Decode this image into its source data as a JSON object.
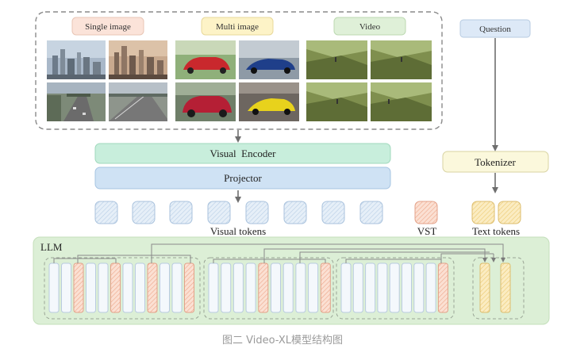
{
  "inputs": {
    "single_image": "Single image",
    "multi_image": "Multi image",
    "video": "Video",
    "question": "Question"
  },
  "modules": {
    "visual_encoder": "Visual  Encoder",
    "projector": "Projector",
    "tokenizer": "Tokenizer"
  },
  "tokens": {
    "visual": "Visual tokens",
    "vst": "VST",
    "text": "Text tokens"
  },
  "llm": {
    "label": "LLM"
  },
  "caption": "图二 Video-XL模型结构图",
  "colors": {
    "single_label_bg": "#fbe3d9",
    "multi_label_bg": "#fdf3c7",
    "video_label_bg": "#dff0d8",
    "question_bg": "#dde9f7",
    "encoder_bg": "#c8eedc",
    "projector_bg": "#cfe2f4",
    "tokenizer_bg": "#fbf8dc",
    "llm_bg": "#dcefd6",
    "visual_token": "#dde9f5",
    "vst_token": "#f6cbb8",
    "text_token": "#f9e2a6"
  }
}
